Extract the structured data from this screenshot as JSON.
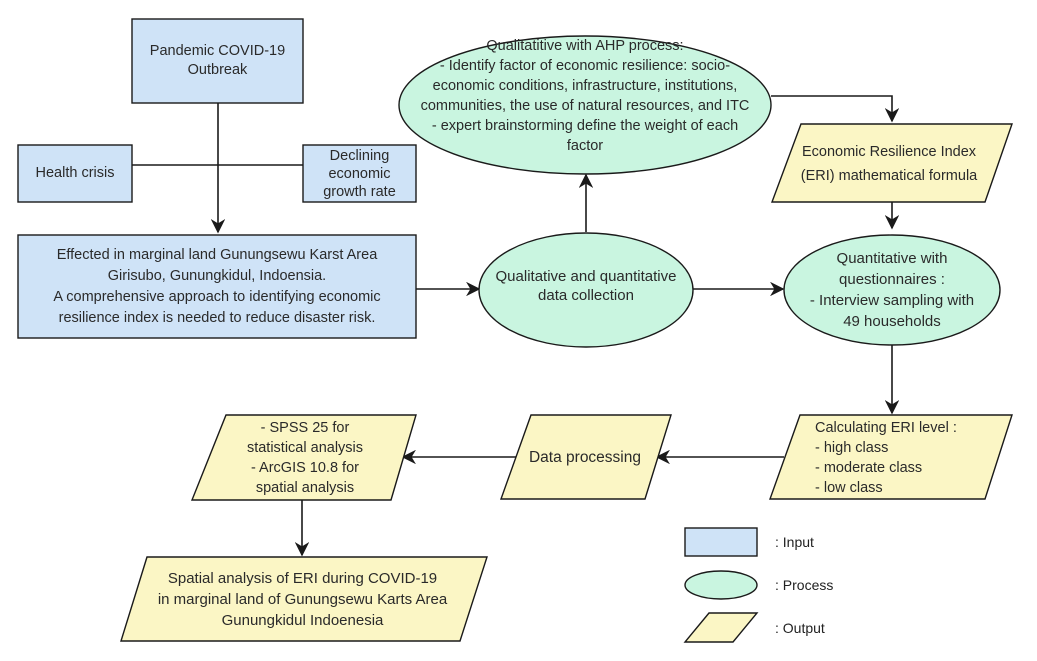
{
  "colors": {
    "input_fill": "#cfe3f7",
    "process_fill": "#c9f5e0",
    "output_fill": "#fbf6c5",
    "stroke": "#1a1a1a"
  },
  "nodes": {
    "pandemic": {
      "type": "input",
      "text": "Pandemic COVID-19\nOutbreak"
    },
    "health": {
      "type": "input",
      "text": "Health crisis"
    },
    "declining": {
      "type": "input",
      "text": "Declining\neconomic\ngrowth rate"
    },
    "affected": {
      "type": "input",
      "text": "Effected in marginal land  Gunungsewu Karst Area\nGirisubo, Gunungkidul, Indoensia.\nA comprehensive approach to identifying economic\nresilience index is needed to reduce disaster risk."
    },
    "qualitative_ahp": {
      "type": "process",
      "text": "Qualitatitive with AHP process:\n- Identify factor of economic resilience:  socio-\neconomic conditions, infrastructure, institutions,\ncommunities, the use of natural resources, and ITC\n- expert brainstorming define the weight of each\nfactor"
    },
    "data_collection": {
      "type": "process",
      "text": "Qualitative and quantitative\ndata collection"
    },
    "eri_formula": {
      "type": "output",
      "text": "Economic Resilience Index\n(ERI) mathematical formula"
    },
    "quantitative": {
      "type": "process",
      "text": "Quantitative with\nquestionnaires :\n- Interview sampling with\n49 households"
    },
    "calc_eri": {
      "type": "output",
      "text": "Calculating ERI level :\n- high class\n- moderate class\n- low class"
    },
    "data_processing": {
      "type": "output",
      "text": "Data processing"
    },
    "software": {
      "type": "output",
      "text": "- SPSS 25 for\nstatistical analysis\n- ArcGIS 10.8 for\nspatial analysis"
    },
    "spatial": {
      "type": "output",
      "text": "Spatial analysis of ERI during COVID-19\nin marginal land of Gunungsewu Karts Area\nGunungkidul Indoenesia"
    }
  },
  "edges": [
    {
      "from": "pandemic",
      "to": "affected"
    },
    {
      "from": "health",
      "to": "pandemic-trunk"
    },
    {
      "from": "declining",
      "to": "pandemic-trunk"
    },
    {
      "from": "affected",
      "to": "data_collection"
    },
    {
      "from": "data_collection",
      "to": "qualitative_ahp"
    },
    {
      "from": "data_collection",
      "to": "quantitative"
    },
    {
      "from": "qualitative_ahp",
      "to": "eri_formula"
    },
    {
      "from": "eri_formula",
      "to": "quantitative"
    },
    {
      "from": "quantitative",
      "to": "calc_eri"
    },
    {
      "from": "calc_eri",
      "to": "data_processing"
    },
    {
      "from": "data_processing",
      "to": "software"
    },
    {
      "from": "software",
      "to": "spatial"
    }
  ],
  "legend": [
    {
      "type": "input",
      "label": ": Input"
    },
    {
      "type": "process",
      "label": ": Process"
    },
    {
      "type": "output",
      "label": ": Output"
    }
  ]
}
